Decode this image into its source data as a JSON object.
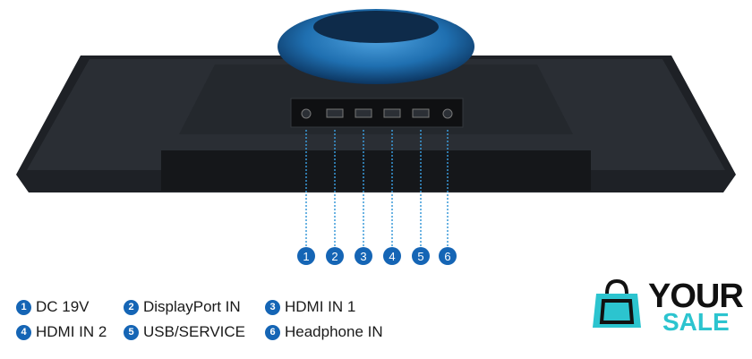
{
  "ports": [
    {
      "num": "1",
      "label": "DC 19V"
    },
    {
      "num": "2",
      "label": "DisplayPort IN"
    },
    {
      "num": "3",
      "label": "HDMI IN 1"
    },
    {
      "num": "4",
      "label": "HDMI IN 2"
    },
    {
      "num": "5",
      "label": "USB/SERVICE"
    },
    {
      "num": "6",
      "label": "Headphone IN"
    }
  ],
  "logo": {
    "line1": "YOUR",
    "line2": "SALE"
  },
  "colors": {
    "badge": "#1565b5",
    "stand": "#1f6fb0",
    "logo_accent": "#2cc4cf"
  }
}
